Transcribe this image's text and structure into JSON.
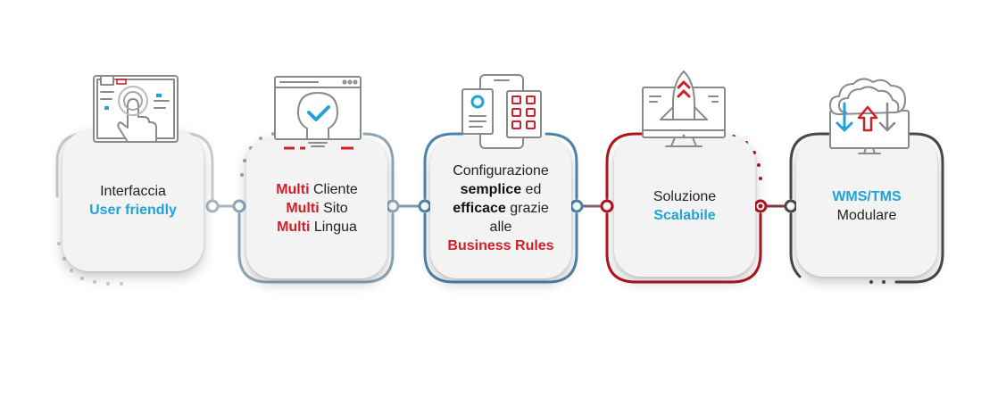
{
  "colors": {
    "red": "#d0202a",
    "blue": "#1fa3d8",
    "gray_light": "#c5cdd3",
    "gray_blue": "#8fa7b6",
    "blue_steel": "#4f86ad",
    "red_dark": "#b3151f",
    "dark": "#4a4a4a"
  },
  "steps": [
    {
      "icon": "touch-interface-icon",
      "lines": [
        {
          "parts": [
            {
              "text": "Interfaccia"
            }
          ]
        },
        {
          "parts": [
            {
              "text": "User friendly",
              "style": "bold blue"
            }
          ]
        }
      ]
    },
    {
      "icon": "browser-lightbulb-check-icon",
      "lines": [
        {
          "parts": [
            {
              "text": "Multi",
              "style": "bold red"
            },
            {
              "text": " Cliente"
            }
          ]
        },
        {
          "parts": [
            {
              "text": "Multi",
              "style": "bold red"
            },
            {
              "text": " Sito"
            }
          ]
        },
        {
          "parts": [
            {
              "text": "Multi",
              "style": "bold red"
            },
            {
              "text": " Lingua"
            }
          ]
        }
      ]
    },
    {
      "icon": "mobile-app-configuration-icon",
      "lines": [
        {
          "parts": [
            {
              "text": "Configurazione"
            }
          ]
        },
        {
          "parts": [
            {
              "text": "semplice",
              "style": "bold dark"
            },
            {
              "text": " ed"
            }
          ]
        },
        {
          "parts": [
            {
              "text": "efficace",
              "style": "bold dark"
            },
            {
              "text": " grazie"
            }
          ]
        },
        {
          "parts": [
            {
              "text": "alle"
            }
          ]
        },
        {
          "parts": [
            {
              "text": "Business Rules",
              "style": "bold red"
            }
          ]
        }
      ]
    },
    {
      "icon": "monitor-rocket-icon",
      "lines": [
        {
          "parts": [
            {
              "text": "Soluzione"
            }
          ]
        },
        {
          "parts": [
            {
              "text": "Scalabile",
              "style": "bold blue"
            }
          ]
        }
      ]
    },
    {
      "icon": "cloud-monitor-sync-icon",
      "lines": [
        {
          "parts": [
            {
              "text": "WMS/TMS",
              "style": "bold blue"
            }
          ]
        },
        {
          "parts": [
            {
              "text": "Modulare"
            }
          ]
        }
      ]
    }
  ]
}
